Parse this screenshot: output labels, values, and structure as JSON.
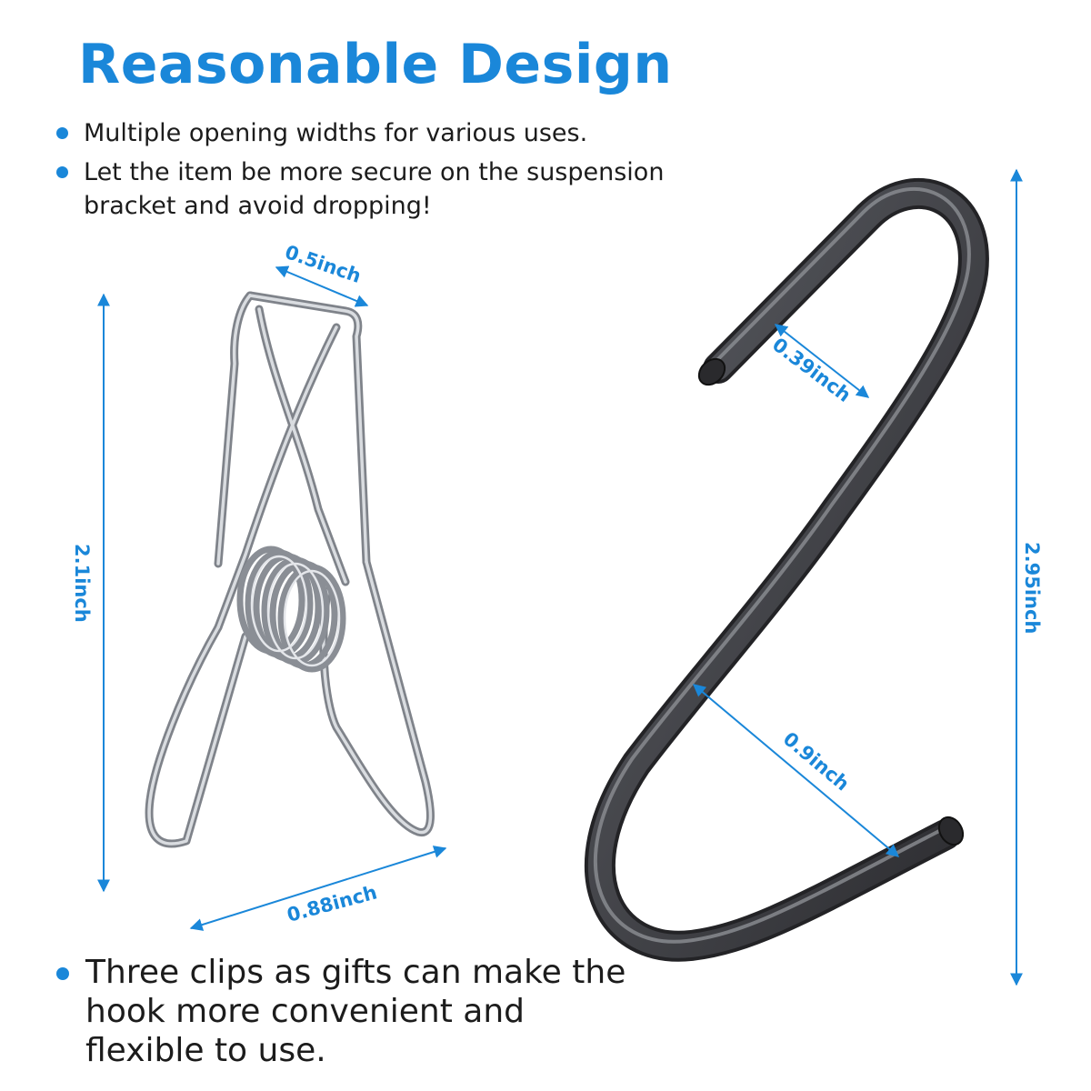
{
  "header": {
    "title": "Reasonable Design"
  },
  "features": [
    "Multiple opening widths for various uses.",
    "Let the item be more secure on the suspension bracket and avoid dropping!"
  ],
  "note": "Three clips as gifts can make the hook more convenient and flexible to use.",
  "dimensions": {
    "clip_top_width": "0.5inch",
    "clip_height": "2.1inch",
    "clip_bottom_width": "0.88inch",
    "hook_top_opening": "0.39inch",
    "hook_bottom_opening": "0.9inch",
    "hook_height": "2.95inch"
  },
  "colors": {
    "accent": "#1a87d9",
    "text": "#1c1c1c",
    "hook": "#3a3a3e",
    "clip_wire": "#8e9299"
  },
  "images": {
    "clip": "stainless-steel-wire-clip",
    "hook": "black-s-hook"
  }
}
